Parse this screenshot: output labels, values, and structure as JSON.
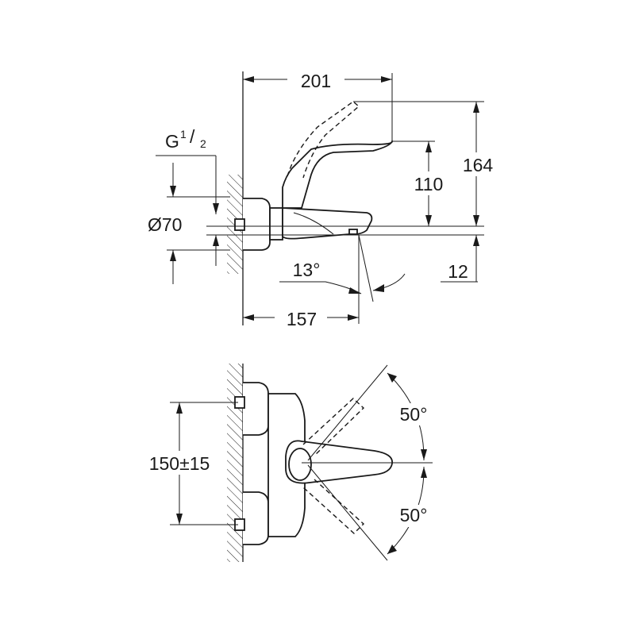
{
  "side_view": {
    "dim_overall_length": "201",
    "dim_height_total": "164",
    "dim_height_spout": "110",
    "dim_spout_offset": "12",
    "dim_angle": "13°",
    "dim_body_length": "157",
    "dim_thread_main": "G",
    "dim_thread_sup": "1",
    "dim_thread_sub": "2",
    "dim_diameter": "Ø70"
  },
  "top_view": {
    "dim_centers": "150±15",
    "dim_angle_upper": "50°",
    "dim_angle_lower": "50°"
  }
}
